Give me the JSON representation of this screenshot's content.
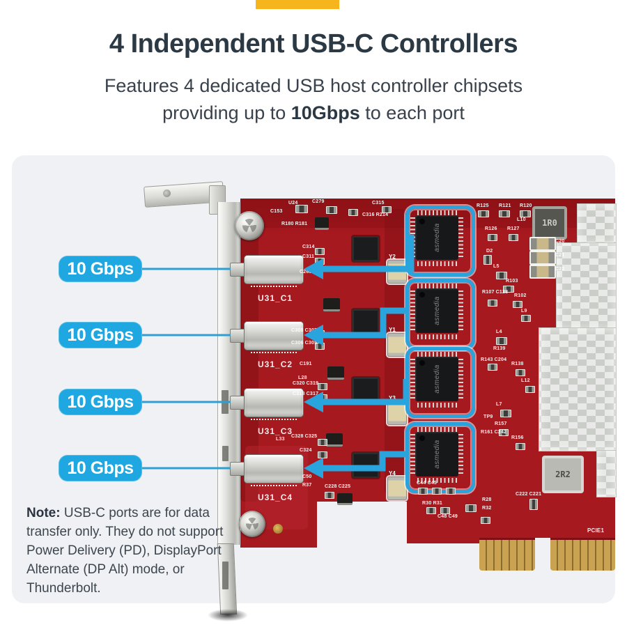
{
  "header": {
    "accent_bar_color": "#f6b41d",
    "title": "4 Independent USB-C Controllers",
    "subtitle_line1": "Features 4 dedicated USB host controller chipsets",
    "subtitle_line2_pre": "providing up to ",
    "subtitle_line2_bold": "10Gbps",
    "subtitle_line2_post": " to each port"
  },
  "figure": {
    "panel_color": "#eff1f5",
    "accent_blue": "#1fa6e0",
    "pcb_red": "#a6191f",
    "speed_labels": [
      "10 Gbps",
      "10 Gbps",
      "10 Gbps",
      "10 Gbps"
    ],
    "port_labels": [
      "U31_C1",
      "U31_C2",
      "U31_C3",
      "U31_C4"
    ],
    "chip_brand": "asmedia",
    "crystal_labels": [
      "Y2",
      "Y1",
      "Y3",
      "Y4"
    ],
    "inductor_labels": [
      "1R0",
      "2R2"
    ],
    "pcie_connector_label": "PCIE1",
    "silkscreen": [
      "U24",
      "R180 R181",
      "C153",
      "C279",
      "C315",
      "C316 R214",
      "R125",
      "R121",
      "R120",
      "L10",
      "R126",
      "R127",
      "D2",
      "L5",
      "C20",
      "C21",
      "C22",
      "R103",
      "R107 C128",
      "R102",
      "L9",
      "C314",
      "C311",
      "C268",
      "C308 C307",
      "C306 C305",
      "C191",
      "L28",
      "C320 C319",
      "C318 C317",
      "L33",
      "C328 C325",
      "C324",
      "C50",
      "R37",
      "C222 C221",
      "C228 C225",
      "C44 C45",
      "R30 R31",
      "R28",
      "R32",
      "C48 C49",
      "R139",
      "R143 C204",
      "R138",
      "L12",
      "L7",
      "R157",
      "R161 C242",
      "R156",
      "L4",
      "TP9"
    ]
  },
  "note": {
    "bold_prefix": "Note:",
    "body": " USB-C ports are for data transfer only. They do not support Power Delivery (PD), DisplayPort Alternate (DP Alt) mode, or Thunderbolt."
  }
}
